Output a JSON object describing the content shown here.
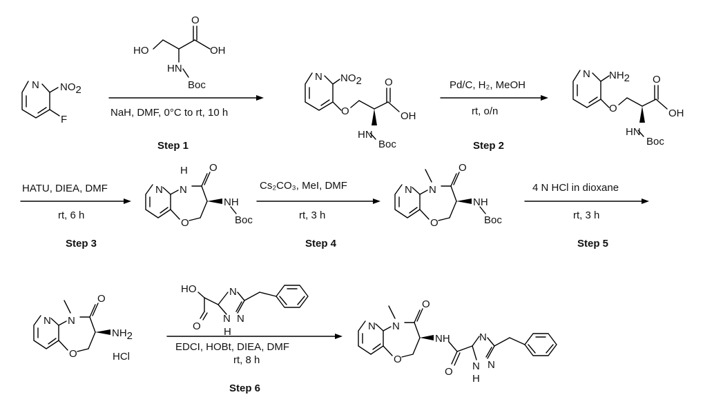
{
  "atoms": {
    "N": "N",
    "NO": "NO",
    "NH": "NH",
    "H": "H",
    "O": "O",
    "F": "F",
    "HO": "HO",
    "OH": "OH",
    "HN": "HN",
    "Boc": "Boc",
    "HCl": "HCl",
    "sub2": "2"
  },
  "steps": [
    {
      "label": "Step 1",
      "conditions_above": "",
      "conditions_below": "NaH, DMF, 0°C to rt, 10 h"
    },
    {
      "label": "Step 2",
      "conditions_above": "Pd/C, H₂, MeOH",
      "conditions_below": "rt, o/n"
    },
    {
      "label": "Step 3",
      "conditions_above": "HATU, DIEA, DMF",
      "conditions_below": "rt, 6 h"
    },
    {
      "label": "Step 4",
      "conditions_above": "Cs₂CO₃, MeI, DMF",
      "conditions_below": "rt, 3 h"
    },
    {
      "label": "Step 5",
      "conditions_above": "4 N HCl in dioxane",
      "conditions_below": "rt, 3 h"
    },
    {
      "label": "Step 6",
      "conditions_above": "",
      "conditions_below_1": "EDCI, HOBt, DIEA, DMF",
      "conditions_below_2": "rt, 8 h"
    }
  ]
}
